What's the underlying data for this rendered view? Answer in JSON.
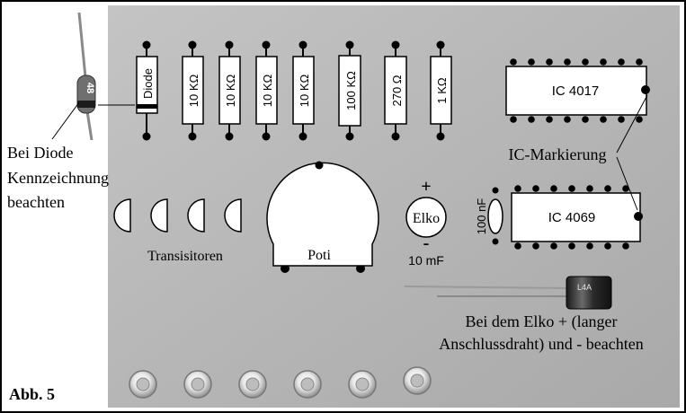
{
  "figure": {
    "label": "Abb. 5"
  },
  "resistors": [
    {
      "label": "Diode"
    },
    {
      "label": "10 KΩ"
    },
    {
      "label": "10 KΩ"
    },
    {
      "label": "10 KΩ"
    },
    {
      "label": "10 KΩ"
    },
    {
      "label": "100 KΩ"
    },
    {
      "label": "270 Ω"
    },
    {
      "label": "1 KΩ"
    }
  ],
  "ics": [
    {
      "label": "IC 4017"
    },
    {
      "label": "IC 4069"
    }
  ],
  "capacitor": {
    "label": "100 nF"
  },
  "elko": {
    "label": "Elko",
    "plus": "+",
    "minus": "-",
    "value": "10 mF"
  },
  "poti": {
    "label": "Poti"
  },
  "transistors": {
    "label": "Transisitoren"
  },
  "diode_part": {
    "marking": "48"
  },
  "elko_part": {
    "marking": "L4A"
  },
  "annotations": {
    "diode_note": [
      "Bei Diode",
      "Kennzeichnung",
      "beachten"
    ],
    "ic_note": "IC-Markierung",
    "elko_note": [
      "Bei dem Elko + (langer",
      "Anschlussdraht) und - beachten"
    ]
  },
  "colors": {
    "board": "#b9b9b9",
    "board_dark": "#9e9e9e",
    "border": "#000000",
    "component": "#ffffff"
  }
}
